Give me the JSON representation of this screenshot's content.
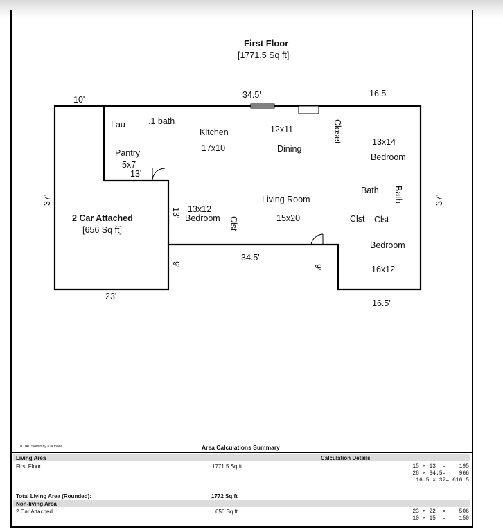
{
  "plan": {
    "floor_title": "First Floor",
    "floor_area": "[1771.5 Sq ft]",
    "garage_title": "2 Car Attached",
    "garage_area": "[656 Sq ft]",
    "dimensions": {
      "garage_top": "10'",
      "top": "34.5'",
      "top_right": "16.5'",
      "left": "37'",
      "right": "37'",
      "pantry_width": "13'",
      "bedroom2_side": "13'",
      "notch_left": "9'",
      "notch_right": "9'",
      "bottom_middle": "34.5'",
      "garage_bottom": "23'",
      "bottom_right": "16.5'"
    },
    "rooms": {
      "laundry": "Lau",
      "half_bath": ".1 bath",
      "kitchen": "Kitchen",
      "kitchen_size": "17x10",
      "dining_size": "12x11",
      "dining": "Dining",
      "closet": "Closet",
      "bedroom1_size": "13x14",
      "bedroom1": "Bedroom",
      "pantry": "Pantry",
      "pantry_size": "5x7",
      "bath": "Bath",
      "bath_vertical": "Bath",
      "living_room": "Living Room",
      "living_size": "15x20",
      "bedroom2_size": "13x12",
      "bedroom2": "Bedroom",
      "closet2": "Clst",
      "closet3": "Clst",
      "closet4": "Clst",
      "bedroom3": "Bedroom",
      "bedroom3_size": "16x12"
    }
  },
  "footer": {
    "credit": "TOTAL Sketch by a la mode",
    "summary_title": "Area Calculations Summary"
  },
  "summary": {
    "living_header": "Living Area",
    "calc_header": "Calculation Details",
    "first_floor_label": "First Floor",
    "first_floor_area": "1771.5 Sq ft",
    "first_floor_calcs": [
      "15 × 13  =    195",
      "28 × 34.5=    966",
      "16.5 × 37= 610.5"
    ],
    "total_label": "Total Living Area (Rounded):",
    "total_value": "1772 Sq ft",
    "nonliving_header": "Non-living Area",
    "garage_label": "2 Car Attached",
    "garage_area": "656 Sq ft",
    "garage_calcs": [
      "23 × 22  =    506",
      "10 × 15  =    150"
    ]
  }
}
